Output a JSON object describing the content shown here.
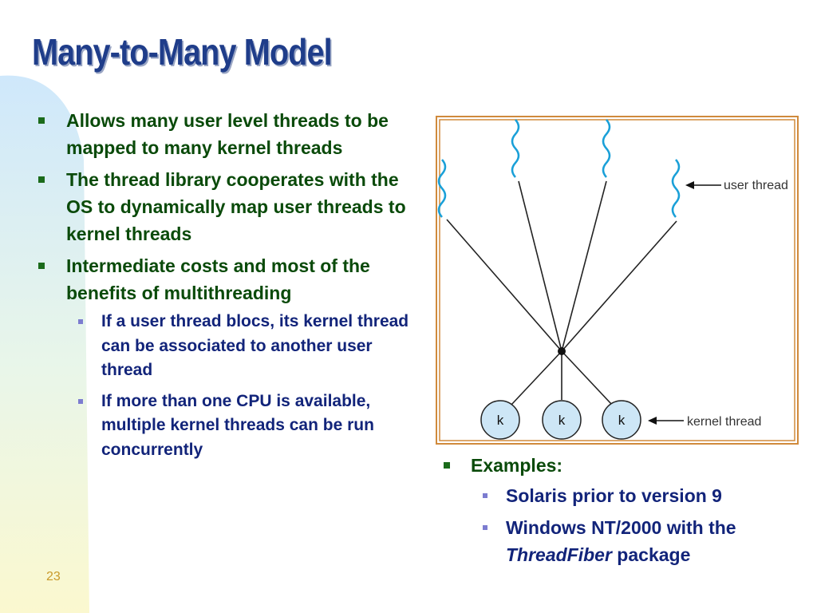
{
  "slide": {
    "title": "Many-to-Many Model",
    "page_number": "23"
  },
  "left_bullets": [
    "Allows many user level threads to be mapped to many kernel threads",
    "The thread library cooperates with the OS to dynamically map user threads to kernel threads",
    "Intermediate costs and most of the benefits of multithreading"
  ],
  "left_sub_bullets": [
    "If a user thread blocs, its kernel thread can be associated to another user thread",
    "If more than one CPU is available, multiple kernel threads can be run concurrently"
  ],
  "diagram": {
    "user_thread_label": "user thread",
    "kernel_thread_label": "kernel thread",
    "kernel_nodes": [
      "k",
      "k",
      "k"
    ]
  },
  "examples": {
    "heading": "Examples:",
    "item1": "Solaris prior to version 9",
    "item2_prefix": "Windows NT/2000 with the",
    "item2_italic": "ThreadFiber",
    "item2_suffix": " package"
  },
  "colors": {
    "title": "#1f3d8a",
    "body_green": "#0a4a0a",
    "body_blue": "#12247a",
    "frame": "#d08a3c",
    "thread_wave": "#1aa0d8",
    "kernel_circle": "#cde6f6",
    "page_number": "#c99a2a"
  }
}
